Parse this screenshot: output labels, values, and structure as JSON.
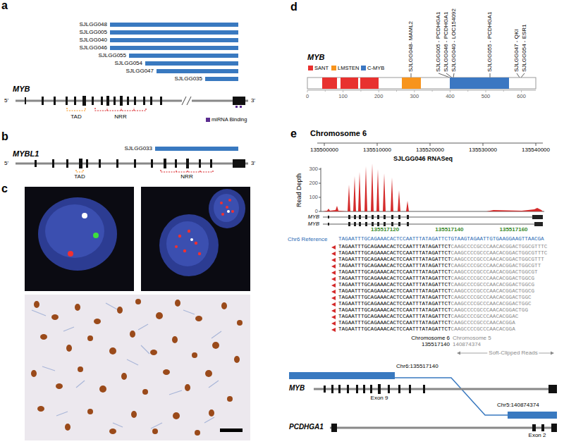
{
  "diagram": {
    "labels": [
      "a",
      "SJLGG048",
      "SJLGG005",
      "SJLGG040",
      "SJLGG046",
      "SJLGG055",
      "SJLGG054",
      "SJLGG047",
      "SJLGG035",
      "MYB",
      "5'",
      "3'",
      "TAD",
      "NRR",
      "b",
      "SJLGG033",
      "MYBL1",
      "5'",
      "3'",
      "TAD",
      "NRR",
      "c",
      "d",
      "MYB",
      "SJLGG048- MAML2",
      "SJLGG005 - PCDHGA1",
      "SJLGG046 - PCDHGA1",
      "SJLGG040 - LOC154092",
      "SJLGG055 - PCDHGA1",
      "SJLGG047 - QKI",
      "SJLGG054 - ESR1",
      "0",
      "100",
      "200",
      "300",
      "400",
      "500",
      "600",
      "e",
      "Chromosome 6",
      "135500000",
      "135510000",
      "135520000",
      "135530000",
      "135540000",
      "SJLGG046 RNASeq",
      "Read Depth",
      "300",
      "200",
      "100",
      "0",
      "MYB",
      "MYB",
      "135517120",
      "135517140",
      "135517160",
      "Chr6 Reference",
      "TAGAATTTGCAGAAACACTCCAATTTATAGATTCTGTAAGTAGAATTGTGAAGGAAGTTAACGA",
      "TAGAATTTGCAGAAACACTCCAATTTATAGATTCT",
      "CAAGCCCCGCCCAACACGGACTGGCGTTTC",
      "TAGAATTTGCAGAAACACTCCAATTTATAGATTCT",
      "CAAGCCCCGCCCAACACGGACTGGCGTTTC",
      "TAGAATTTGCAGAAACACTCCAATTTATAGATTCT",
      "CAAGCCCCGCCCAACACGGACTGGCGTTT",
      "TAGAATTTGCAGAAACACTCCAATTTATAGATTCT",
      "CAAGCCCCGCCCAACACGGACTGGCGTT",
      "TAGAATTTGCAGAAACACTCCAATTTATAGATTCT",
      "CAAGCCCCGCCCAACACGGACTGGCGT",
      "TAGAATTTGCAGAAACACTCCAATTTATAGATTCT",
      "CAAGCCCCGCCCAACACGGACTGGCG",
      "TAGAATTTGCAGAAACACTCCAATTTATAGATTCT",
      "CAAGCCCCGCCCAACACGGACTGGCG",
      "TAGAATTTGCAGAAACACTCCAATTTATAGATTCT",
      "CAAGCCCCGCCCAACACGGACTGGCG",
      "TAGAATTTGCAGAAACACTCCAATTTATAGATTCT",
      "CAAGCCCCGCCCAACACGGACTGGC",
      "TAGAATTTGCAGAAACACTCCAATTTATAGATTCT",
      "CAAGCCCCGCCCAACACGGACTGGC",
      "TAGAATTTGCAGAAACACTCCAATTTATAGATTCT",
      "CAAGCCCCGCCCAACACGGACTGG",
      "TAGAATTTGCAGAAACACTCCAATTTATAGATTCT",
      "CAAGCCCCGCCCAACACGGAC",
      "TAGAATTTGCAGAAACACTCCAATTTATAGATTCT",
      "CAAGCCCCGCCCAACACGGA",
      "TAGAATTTGCAGAAACACTCCAATTTATAGATTCT",
      "CAAGCCCCGCCCAACACGGA",
      "Chromosome 6",
      "Chromosome 5",
      "135517140",
      "140874374",
      "Soft-Clipped Reads",
      "Chr6:135517140",
      "MYB",
      "Exon 9",
      "Chr5:140874374",
      "PCDHGA1",
      "Exon 2"
    ],
    "legend": [
      {
        "text": "miRNA Binding",
        "color": "#5b2d90"
      },
      {
        "text": "SANT",
        "color": "#e8312f"
      },
      {
        "text": "LMSTEN",
        "color": "#f7941d"
      },
      {
        "text": "C-MYB",
        "color": "#3b77c2"
      }
    ]
  }
}
